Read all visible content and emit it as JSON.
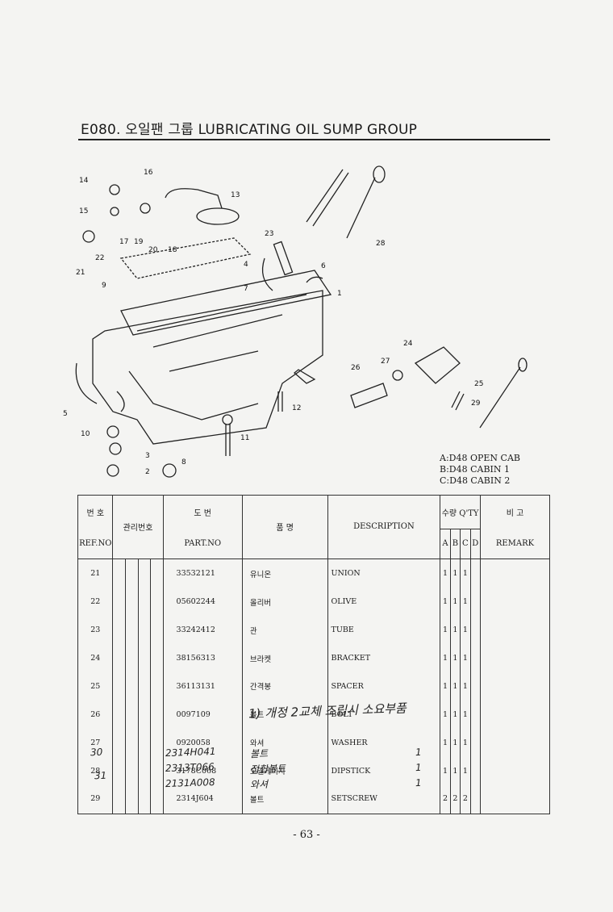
{
  "header": {
    "title": "E080. 오일팬 그룹 LUBRICATING OIL SUMP GROUP"
  },
  "diagram": {
    "callouts": [
      "14",
      "16",
      "15",
      "13",
      "17",
      "19",
      "20",
      "18",
      "21",
      "22",
      "23",
      "28",
      "4",
      "6",
      "9",
      "7",
      "1",
      "24",
      "27",
      "26",
      "25",
      "29",
      "5",
      "12",
      "10",
      "11",
      "3",
      "8",
      "2"
    ]
  },
  "legend": {
    "a": "A:D48 OPEN CAB",
    "b": "B:D48 CABIN 1",
    "c": "C:D48 CABIN 2"
  },
  "table": {
    "headers": {
      "ref_kr": "번 호",
      "ref_en": "REF.NO",
      "mgmt": "관리번호",
      "part_kr": "도 번",
      "part_en": "PART.NO",
      "name_kr": "품 명",
      "desc": "DESCRIPTION",
      "qty": "수량 Q'TY",
      "qty_a": "A",
      "qty_b": "B",
      "qty_c": "C",
      "qty_d": "D",
      "remark_kr": "비 고",
      "remark_en": "REMARK"
    },
    "rows": [
      {
        "ref": "21",
        "part": "33532121",
        "kr": "유니온",
        "desc": "UNION",
        "a": "1",
        "b": "1",
        "c": "1"
      },
      {
        "ref": "22",
        "part": "05602244",
        "kr": "올리버",
        "desc": "OLIVE",
        "a": "1",
        "b": "1",
        "c": "1"
      },
      {
        "ref": "23",
        "part": "33242412",
        "kr": "관",
        "desc": "TUBE",
        "a": "1",
        "b": "1",
        "c": "1"
      },
      {
        "ref": "24",
        "part": "38156313",
        "kr": "브라켓",
        "desc": "BRACKET",
        "a": "1",
        "b": "1",
        "c": "1"
      },
      {
        "ref": "25",
        "part": "36113131",
        "kr": "간격봉",
        "desc": "SPACER",
        "a": "1",
        "b": "1",
        "c": "1"
      },
      {
        "ref": "26",
        "part": "0097109",
        "kr": "볼트",
        "desc": "BOLT",
        "a": "1",
        "b": "1",
        "c": "1"
      },
      {
        "ref": "27",
        "part": "0920058",
        "kr": "와셔",
        "desc": "WASHER",
        "a": "1",
        "b": "1",
        "c": "1"
      },
      {
        "ref": "28",
        "part": "3178C068",
        "kr": "오일게이지",
        "desc": "DIPSTICK",
        "a": "1",
        "b": "1",
        "c": "1"
      },
      {
        "ref": "29",
        "part": "2314J604",
        "kr": "볼트",
        "desc": "SETSCREW",
        "a": "2",
        "b": "2",
        "c": "2"
      }
    ]
  },
  "handwritten": {
    "note": "1) 개정 2교체 조립시 소요부품",
    "rows": [
      {
        "ref": "30",
        "part": "2314H041",
        "name": "볼트",
        "qty": "1"
      },
      {
        "ref": "31",
        "part": "2313T066",
        "name": "접합볼트",
        "qty": "1"
      },
      {
        "ref": "",
        "part": "2131A008",
        "name": "와셔",
        "qty": "1"
      }
    ]
  },
  "footer": {
    "page": "- 63 -"
  }
}
